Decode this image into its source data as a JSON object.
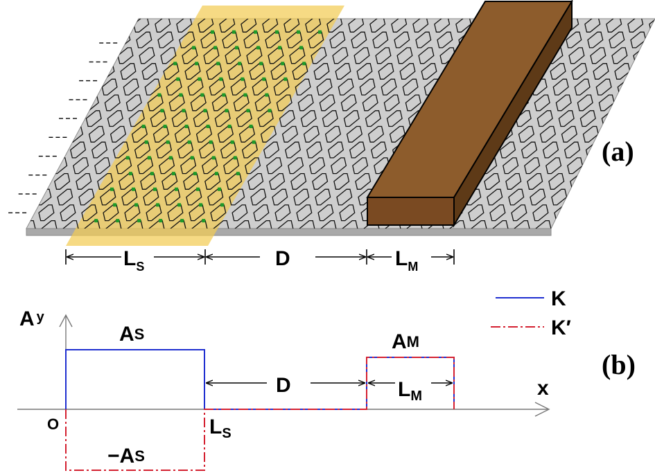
{
  "panel_a": {
    "tag": "(a)",
    "dim_ls": {
      "main": "L",
      "sub": "S"
    },
    "dim_d": "D",
    "dim_lm": {
      "main": "L",
      "sub": "M"
    }
  },
  "panel_b": {
    "tag": "(b)",
    "y_axis": {
      "main": "A",
      "sub": "y"
    },
    "x_axis": "x",
    "origin": "O",
    "label_as": {
      "main": "A",
      "sub": "S"
    },
    "label_neg_as": {
      "main": "−A",
      "sub": "S"
    },
    "label_am": {
      "main": "A",
      "sub": "M"
    },
    "label_ls": {
      "main": "L",
      "sub": "S"
    },
    "label_d": "D",
    "label_lm": {
      "main": "L",
      "sub": "M"
    },
    "legend": [
      {
        "name": "K",
        "color": "#1f2fd0",
        "style": "solid"
      },
      {
        "name": "K′",
        "color": "#d42030",
        "style": "dash-dot"
      }
    ]
  },
  "colors": {
    "substrate": "#c9c9c9",
    "strain_region": "#f2cc55",
    "strained_bonds": "#1f9a2a",
    "electrode": "#8b5a2b",
    "lattice": "#111111"
  }
}
